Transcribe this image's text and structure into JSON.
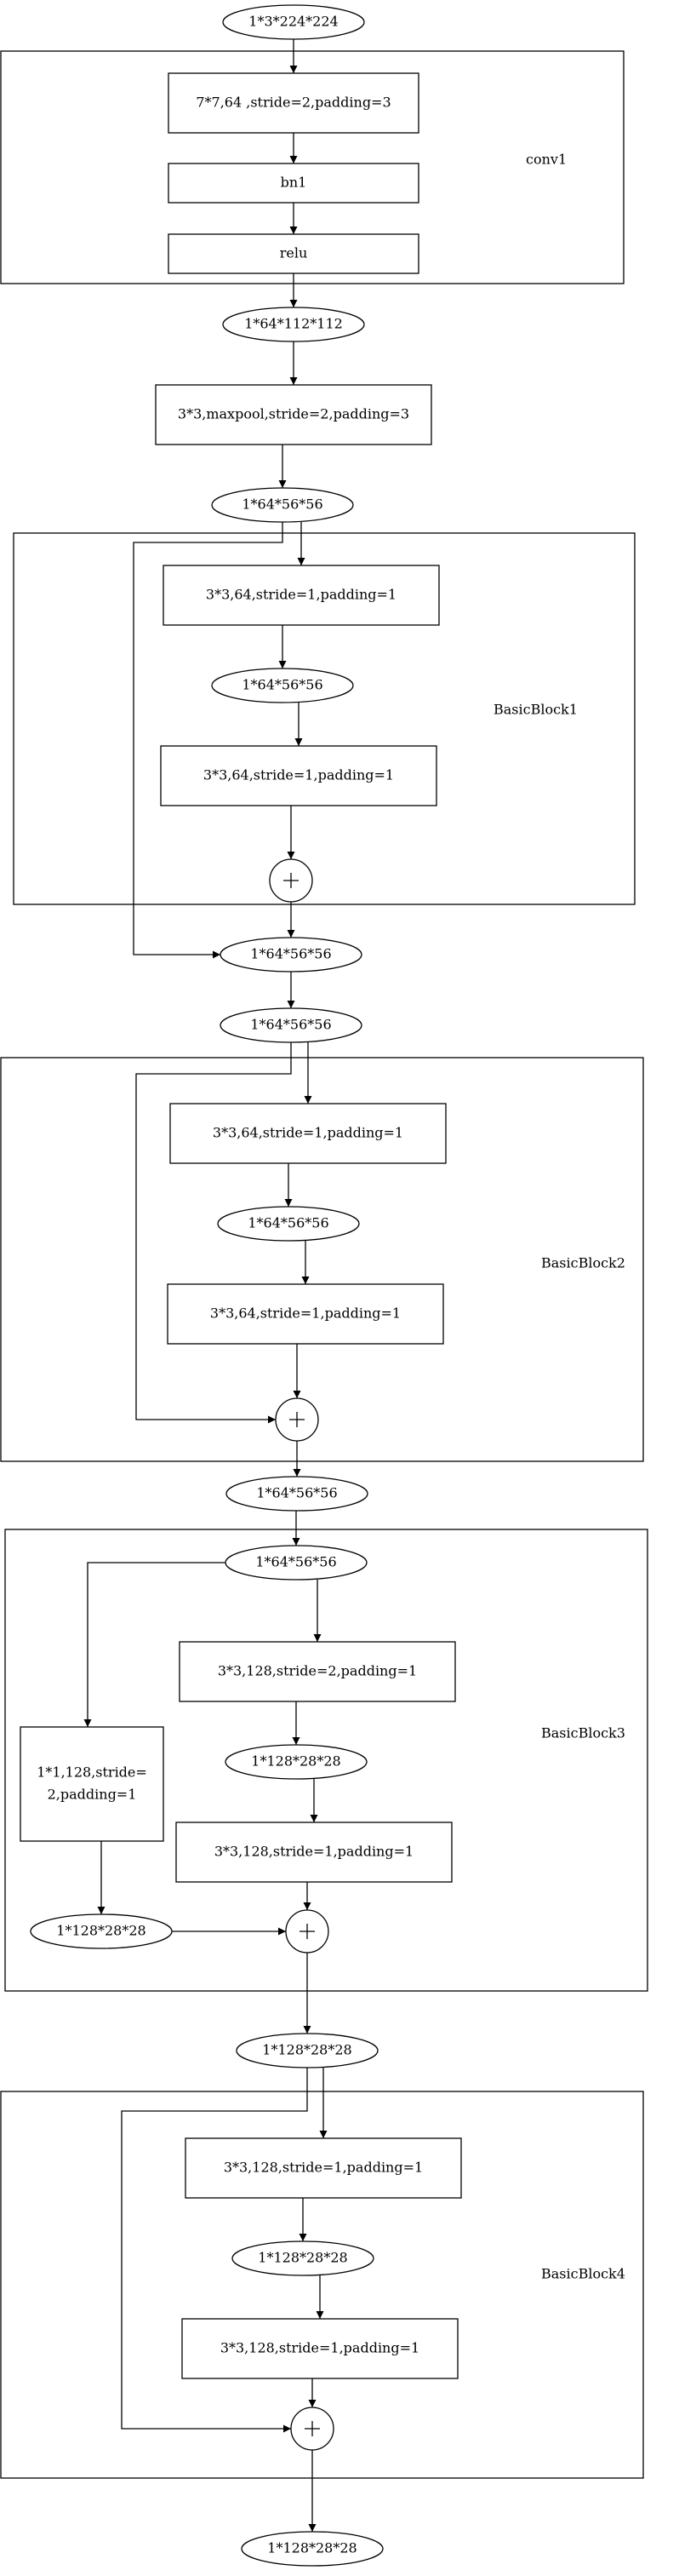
{
  "groups": [
    {
      "id": "conv1",
      "label": "conv1"
    },
    {
      "id": "bb1",
      "label": "BasicBlock1"
    },
    {
      "id": "bb2",
      "label": "BasicBlock2"
    },
    {
      "id": "bb3",
      "label": "BasicBlock3"
    },
    {
      "id": "bb4",
      "label": "BasicBlock4"
    }
  ],
  "nodes": [
    {
      "id": "in",
      "shape": "ellipse",
      "lines": [
        "1*3*224*224"
      ]
    },
    {
      "id": "c1_conv",
      "shape": "rect",
      "lines": [
        "7*7,64 ,stride=2,padding=3"
      ]
    },
    {
      "id": "c1_bn",
      "shape": "rect",
      "lines": [
        "bn1"
      ]
    },
    {
      "id": "c1_relu",
      "shape": "rect",
      "lines": [
        "relu"
      ]
    },
    {
      "id": "t1",
      "shape": "ellipse",
      "lines": [
        "1*64*112*112"
      ]
    },
    {
      "id": "maxpool",
      "shape": "rect",
      "lines": [
        "3*3,maxpool,stride=2,padding=3"
      ]
    },
    {
      "id": "t2",
      "shape": "ellipse",
      "lines": [
        "1*64*56*56"
      ]
    },
    {
      "id": "b1_conv1",
      "shape": "rect",
      "lines": [
        "3*3,64,stride=1,padding=1"
      ]
    },
    {
      "id": "b1_mid",
      "shape": "ellipse",
      "lines": [
        "1*64*56*56"
      ]
    },
    {
      "id": "b1_conv2",
      "shape": "rect",
      "lines": [
        "3*3,64,stride=1,padding=1"
      ]
    },
    {
      "id": "b1_add",
      "shape": "circle",
      "lines": []
    },
    {
      "id": "t3",
      "shape": "ellipse",
      "lines": [
        "1*64*56*56"
      ]
    },
    {
      "id": "t4",
      "shape": "ellipse",
      "lines": [
        "1*64*56*56"
      ]
    },
    {
      "id": "b2_conv1",
      "shape": "rect",
      "lines": [
        "3*3,64,stride=1,padding=1"
      ]
    },
    {
      "id": "b2_mid",
      "shape": "ellipse",
      "lines": [
        "1*64*56*56"
      ]
    },
    {
      "id": "b2_conv2",
      "shape": "rect",
      "lines": [
        "3*3,64,stride=1,padding=1"
      ]
    },
    {
      "id": "b2_add",
      "shape": "circle",
      "lines": []
    },
    {
      "id": "t5",
      "shape": "ellipse",
      "lines": [
        "1*64*56*56"
      ]
    },
    {
      "id": "b3_in",
      "shape": "ellipse",
      "lines": [
        "1*64*56*56"
      ]
    },
    {
      "id": "b3_conv1",
      "shape": "rect",
      "lines": [
        "3*3,128,stride=2,padding=1"
      ]
    },
    {
      "id": "b3_mid",
      "shape": "ellipse",
      "lines": [
        "1*128*28*28"
      ]
    },
    {
      "id": "b3_conv2",
      "shape": "rect",
      "lines": [
        "3*3,128,stride=1,padding=1"
      ]
    },
    {
      "id": "b3_down",
      "shape": "rect",
      "lines": [
        "1*1,128,stride=",
        "2,padding=1"
      ]
    },
    {
      "id": "b3_down_out",
      "shape": "ellipse",
      "lines": [
        "1*128*28*28"
      ]
    },
    {
      "id": "b3_add",
      "shape": "circle",
      "lines": []
    },
    {
      "id": "t6",
      "shape": "ellipse",
      "lines": [
        "1*128*28*28"
      ]
    },
    {
      "id": "b4_conv1",
      "shape": "rect",
      "lines": [
        "3*3,128,stride=1,padding=1"
      ]
    },
    {
      "id": "b4_mid",
      "shape": "ellipse",
      "lines": [
        "1*128*28*28"
      ]
    },
    {
      "id": "b4_conv2",
      "shape": "rect",
      "lines": [
        "3*3,128,stride=1,padding=1"
      ]
    },
    {
      "id": "b4_add",
      "shape": "circle",
      "lines": []
    },
    {
      "id": "out",
      "shape": "ellipse",
      "lines": [
        "1*128*28*28"
      ]
    }
  ],
  "edges": [
    {
      "from": "in",
      "to": "c1_conv"
    },
    {
      "from": "c1_conv",
      "to": "c1_bn"
    },
    {
      "from": "c1_bn",
      "to": "c1_relu"
    },
    {
      "from": "c1_relu",
      "to": "t1"
    },
    {
      "from": "t1",
      "to": "maxpool"
    },
    {
      "from": "maxpool",
      "to": "t2"
    },
    {
      "from": "t2",
      "to": "b1_conv1"
    },
    {
      "from": "b1_conv1",
      "to": "b1_mid"
    },
    {
      "from": "b1_mid",
      "to": "b1_conv2"
    },
    {
      "from": "b1_conv2",
      "to": "b1_add"
    },
    {
      "from": "b1_add",
      "to": "t3"
    },
    {
      "from": "t2",
      "to": "t3",
      "kind": "skip"
    },
    {
      "from": "t3",
      "to": "t4"
    },
    {
      "from": "t4",
      "to": "b2_conv1"
    },
    {
      "from": "b2_conv1",
      "to": "b2_mid"
    },
    {
      "from": "b2_mid",
      "to": "b2_conv2"
    },
    {
      "from": "b2_conv2",
      "to": "b2_add"
    },
    {
      "from": "t4",
      "to": "b2_add",
      "kind": "skip"
    },
    {
      "from": "b2_add",
      "to": "t5"
    },
    {
      "from": "t5",
      "to": "b3_in"
    },
    {
      "from": "b3_in",
      "to": "b3_conv1"
    },
    {
      "from": "b3_conv1",
      "to": "b3_mid"
    },
    {
      "from": "b3_mid",
      "to": "b3_conv2"
    },
    {
      "from": "b3_conv2",
      "to": "b3_add"
    },
    {
      "from": "b3_in",
      "to": "b3_down",
      "kind": "skip"
    },
    {
      "from": "b3_down",
      "to": "b3_down_out"
    },
    {
      "from": "b3_down_out",
      "to": "b3_add"
    },
    {
      "from": "b3_add",
      "to": "t6"
    },
    {
      "from": "t6",
      "to": "b4_conv1"
    },
    {
      "from": "b4_conv1",
      "to": "b4_mid"
    },
    {
      "from": "b4_mid",
      "to": "b4_conv2"
    },
    {
      "from": "b4_conv2",
      "to": "b4_add"
    },
    {
      "from": "t6",
      "to": "b4_add",
      "kind": "skip"
    },
    {
      "from": "b4_add",
      "to": "out"
    }
  ]
}
